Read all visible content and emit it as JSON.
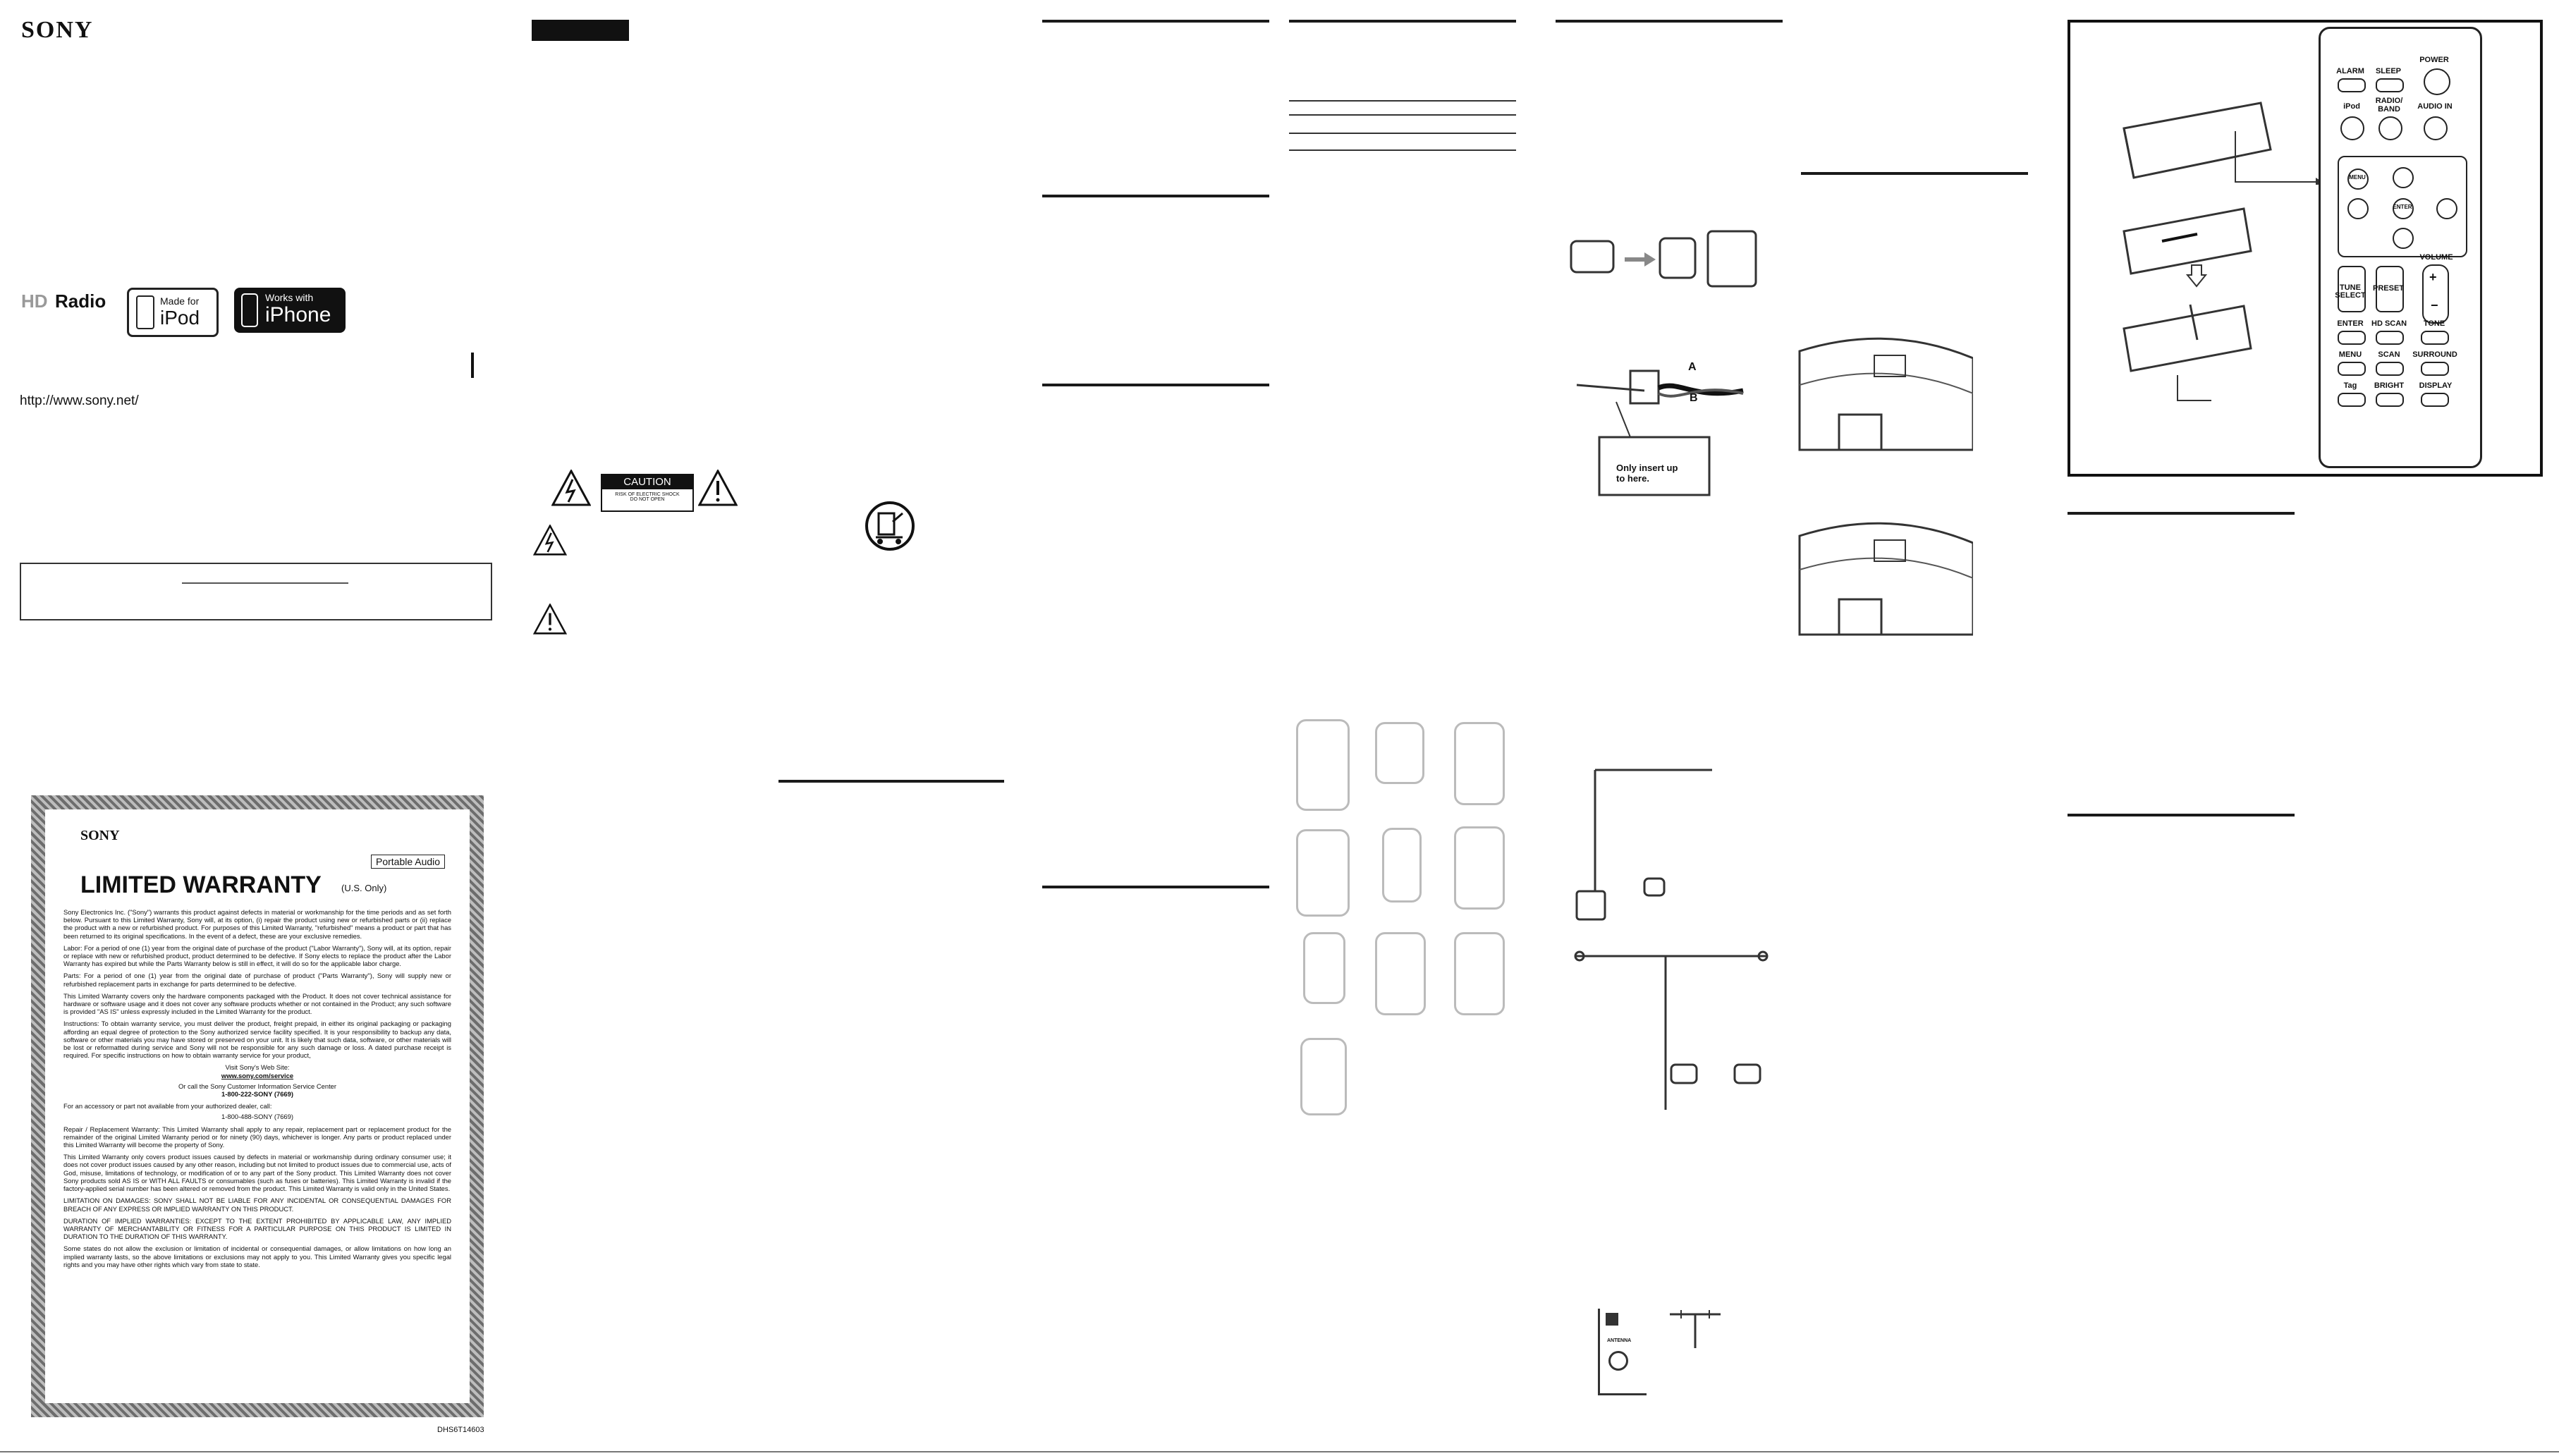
{
  "cover": {
    "brand": "SONY",
    "url": "http://www.sony.net/",
    "logos": {
      "hd_radio": "Radio",
      "made_for": "Made for",
      "ipod": "iPod",
      "works_with": "Works with",
      "iphone": "iPhone"
    }
  },
  "caution": {
    "label": "CAUTION",
    "sub1": "RISK OF ELECTRIC SHOCK",
    "sub2": "DO NOT OPEN"
  },
  "warranty": {
    "brand": "SONY",
    "title": "LIMITED WARRANTY",
    "us_only": "(U.S. Only)",
    "tag": "Portable Audio",
    "p1": "Sony Electronics Inc. (\"Sony\") warrants this product against defects in material or workmanship for the time periods and as set forth below. Pursuant to this Limited Warranty, Sony will, at its option, (i) repair the product using new or refurbished parts or (ii) replace the product with a new or refurbished product. For purposes of this Limited Warranty, \"refurbished\" means a product or part that has been returned to its original specifications. In the event of a defect, these are your exclusive remedies.",
    "p2": "Labor: For a period of one (1) year from the original date of purchase of the product (\"Labor Warranty\"), Sony will, at its option, repair or replace with new or refurbished product, product determined to be defective. If Sony elects to replace the product after the Labor Warranty has expired but while the Parts Warranty below is still in effect, it will do so for the applicable labor charge.",
    "p3": "Parts: For a period of one (1) year from the original date of purchase of product (\"Parts Warranty\"), Sony will supply new or refurbished replacement parts in exchange for parts determined to be defective.",
    "p4": "This Limited Warranty covers only the hardware components packaged with the Product. It does not cover technical assistance for hardware or software usage and it does not cover any software products whether or not contained in the Product; any such software is provided \"AS IS\" unless expressly included in the Limited Warranty for the product.",
    "p5": "Instructions: To obtain warranty service, you must deliver the product, freight prepaid, in either its original packaging or packaging affording an equal degree of protection to the Sony authorized service facility specified. It is your responsibility to backup any data, software or other materials you may have stored or preserved on your unit. It is likely that such data, software, or other materials will be lost or reformatted during service and Sony will not be responsible for any such damage or loss. A dated purchase receipt is required. For specific instructions on how to obtain warranty service for your product,",
    "visit": "Visit Sony's Web Site:",
    "site": "www.sony.com/service",
    "call": "Or call the Sony Customer Information Service Center",
    "phone": "1-800-222-SONY (7669)",
    "accessory": "For an accessory or part not available from your authorized dealer, call:",
    "phone2": "1-800-488-SONY (7669)",
    "p6": "Repair / Replacement Warranty: This Limited Warranty shall apply to any repair, replacement part or replacement product for the remainder of the original Limited Warranty period or for ninety (90) days, whichever is longer. Any parts or product replaced under this Limited Warranty will become the property of Sony.",
    "p7": "This Limited Warranty only covers product issues caused by defects in material or workmanship during ordinary consumer use; it does not cover product issues caused by any other reason, including but not limited to product issues due to commercial use, acts of God, misuse, limitations of technology, or modification of or to any part of the Sony product. This Limited Warranty does not cover Sony products sold AS IS or WITH ALL FAULTS or consumables (such as fuses or batteries). This Limited Warranty is invalid if the factory-applied serial number has been altered or removed from the product. This Limited Warranty is valid only in the United States.",
    "p8": "LIMITATION ON DAMAGES: SONY SHALL NOT BE LIABLE FOR ANY INCIDENTAL OR CONSEQUENTIAL DAMAGES FOR BREACH OF ANY EXPRESS OR IMPLIED WARRANTY ON THIS PRODUCT.",
    "p9": "DURATION OF IMPLIED WARRANTIES: EXCEPT TO THE EXTENT PROHIBITED BY APPLICABLE LAW, ANY IMPLIED WARRANTY OF MERCHANTABILITY OR FITNESS FOR A PARTICULAR PURPOSE ON THIS PRODUCT IS LIMITED IN DURATION TO THE DURATION OF THIS WARRANTY.",
    "p10": "Some states do not allow the exclusion or limitation of incidental or consequential damages, or allow limitations on how long an implied warranty lasts, so the above limitations or exclusions may not apply to you. This Limited Warranty gives you specific legal rights and you may have other rights which vary from state to state.",
    "code": "DHS6T14603"
  },
  "diagram": {
    "label_a": "A",
    "label_b": "B",
    "insert_note": "Only insert up to here.",
    "antenna": "ANTENNA"
  },
  "remote": {
    "row1": [
      "ALARM",
      "SLEEP",
      "POWER"
    ],
    "row2": [
      "iPod",
      "RADIO/ BAND",
      "AUDIO IN"
    ],
    "menu": "MENU",
    "enter_center": "ENTER",
    "tune_select": "TUNE SELECT",
    "preset": "PRESET",
    "volume": "VOLUME",
    "row3": [
      "ENTER",
      "HD SCAN",
      "TONE"
    ],
    "row4": [
      "MENU",
      "SCAN",
      "SURROUND"
    ],
    "row5": [
      "Tag",
      "BRIGHT",
      "DISPLAY"
    ]
  }
}
